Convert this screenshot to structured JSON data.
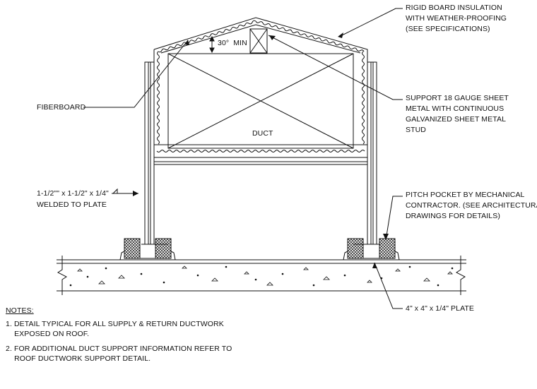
{
  "labels": {
    "insulation": [
      "RIGID BOARD INSULATION",
      "WITH WEATHER-PROOFING",
      "(SEE SPECIFICATIONS)"
    ],
    "angle": "30°  MIN",
    "fiberboard": "FIBERBOARD",
    "support": [
      "SUPPORT 18 GAUGE SHEET",
      "METAL WITH CONTINUOUS",
      "GALVANIZED SHEET METAL",
      "STUD"
    ],
    "duct": "DUCT",
    "angle_steel": [
      "1-1/2\"\" x 1-1/2\" x 1/4\"",
      "WELDED TO PLATE"
    ],
    "pitch_pocket": [
      "PITCH POCKET BY MECHANICAL",
      "CONTRACTOR. (SEE ARCHITECTURAL",
      "DRAWINGS FOR DETAILS)"
    ],
    "plate": "4\" x 4\" x 1/4\" PLATE"
  },
  "notes": {
    "title": "NOTES:",
    "items": [
      [
        "1. DETAIL TYPICAL FOR ALL SUPPLY & RETURN DUCTWORK",
        "    EXPOSED ON ROOF."
      ],
      [
        "2. FOR ADDITIONAL DUCT SUPPORT INFORMATION REFER TO",
        "    ROOF DUCTWORK SUPPORT DETAIL."
      ]
    ]
  }
}
